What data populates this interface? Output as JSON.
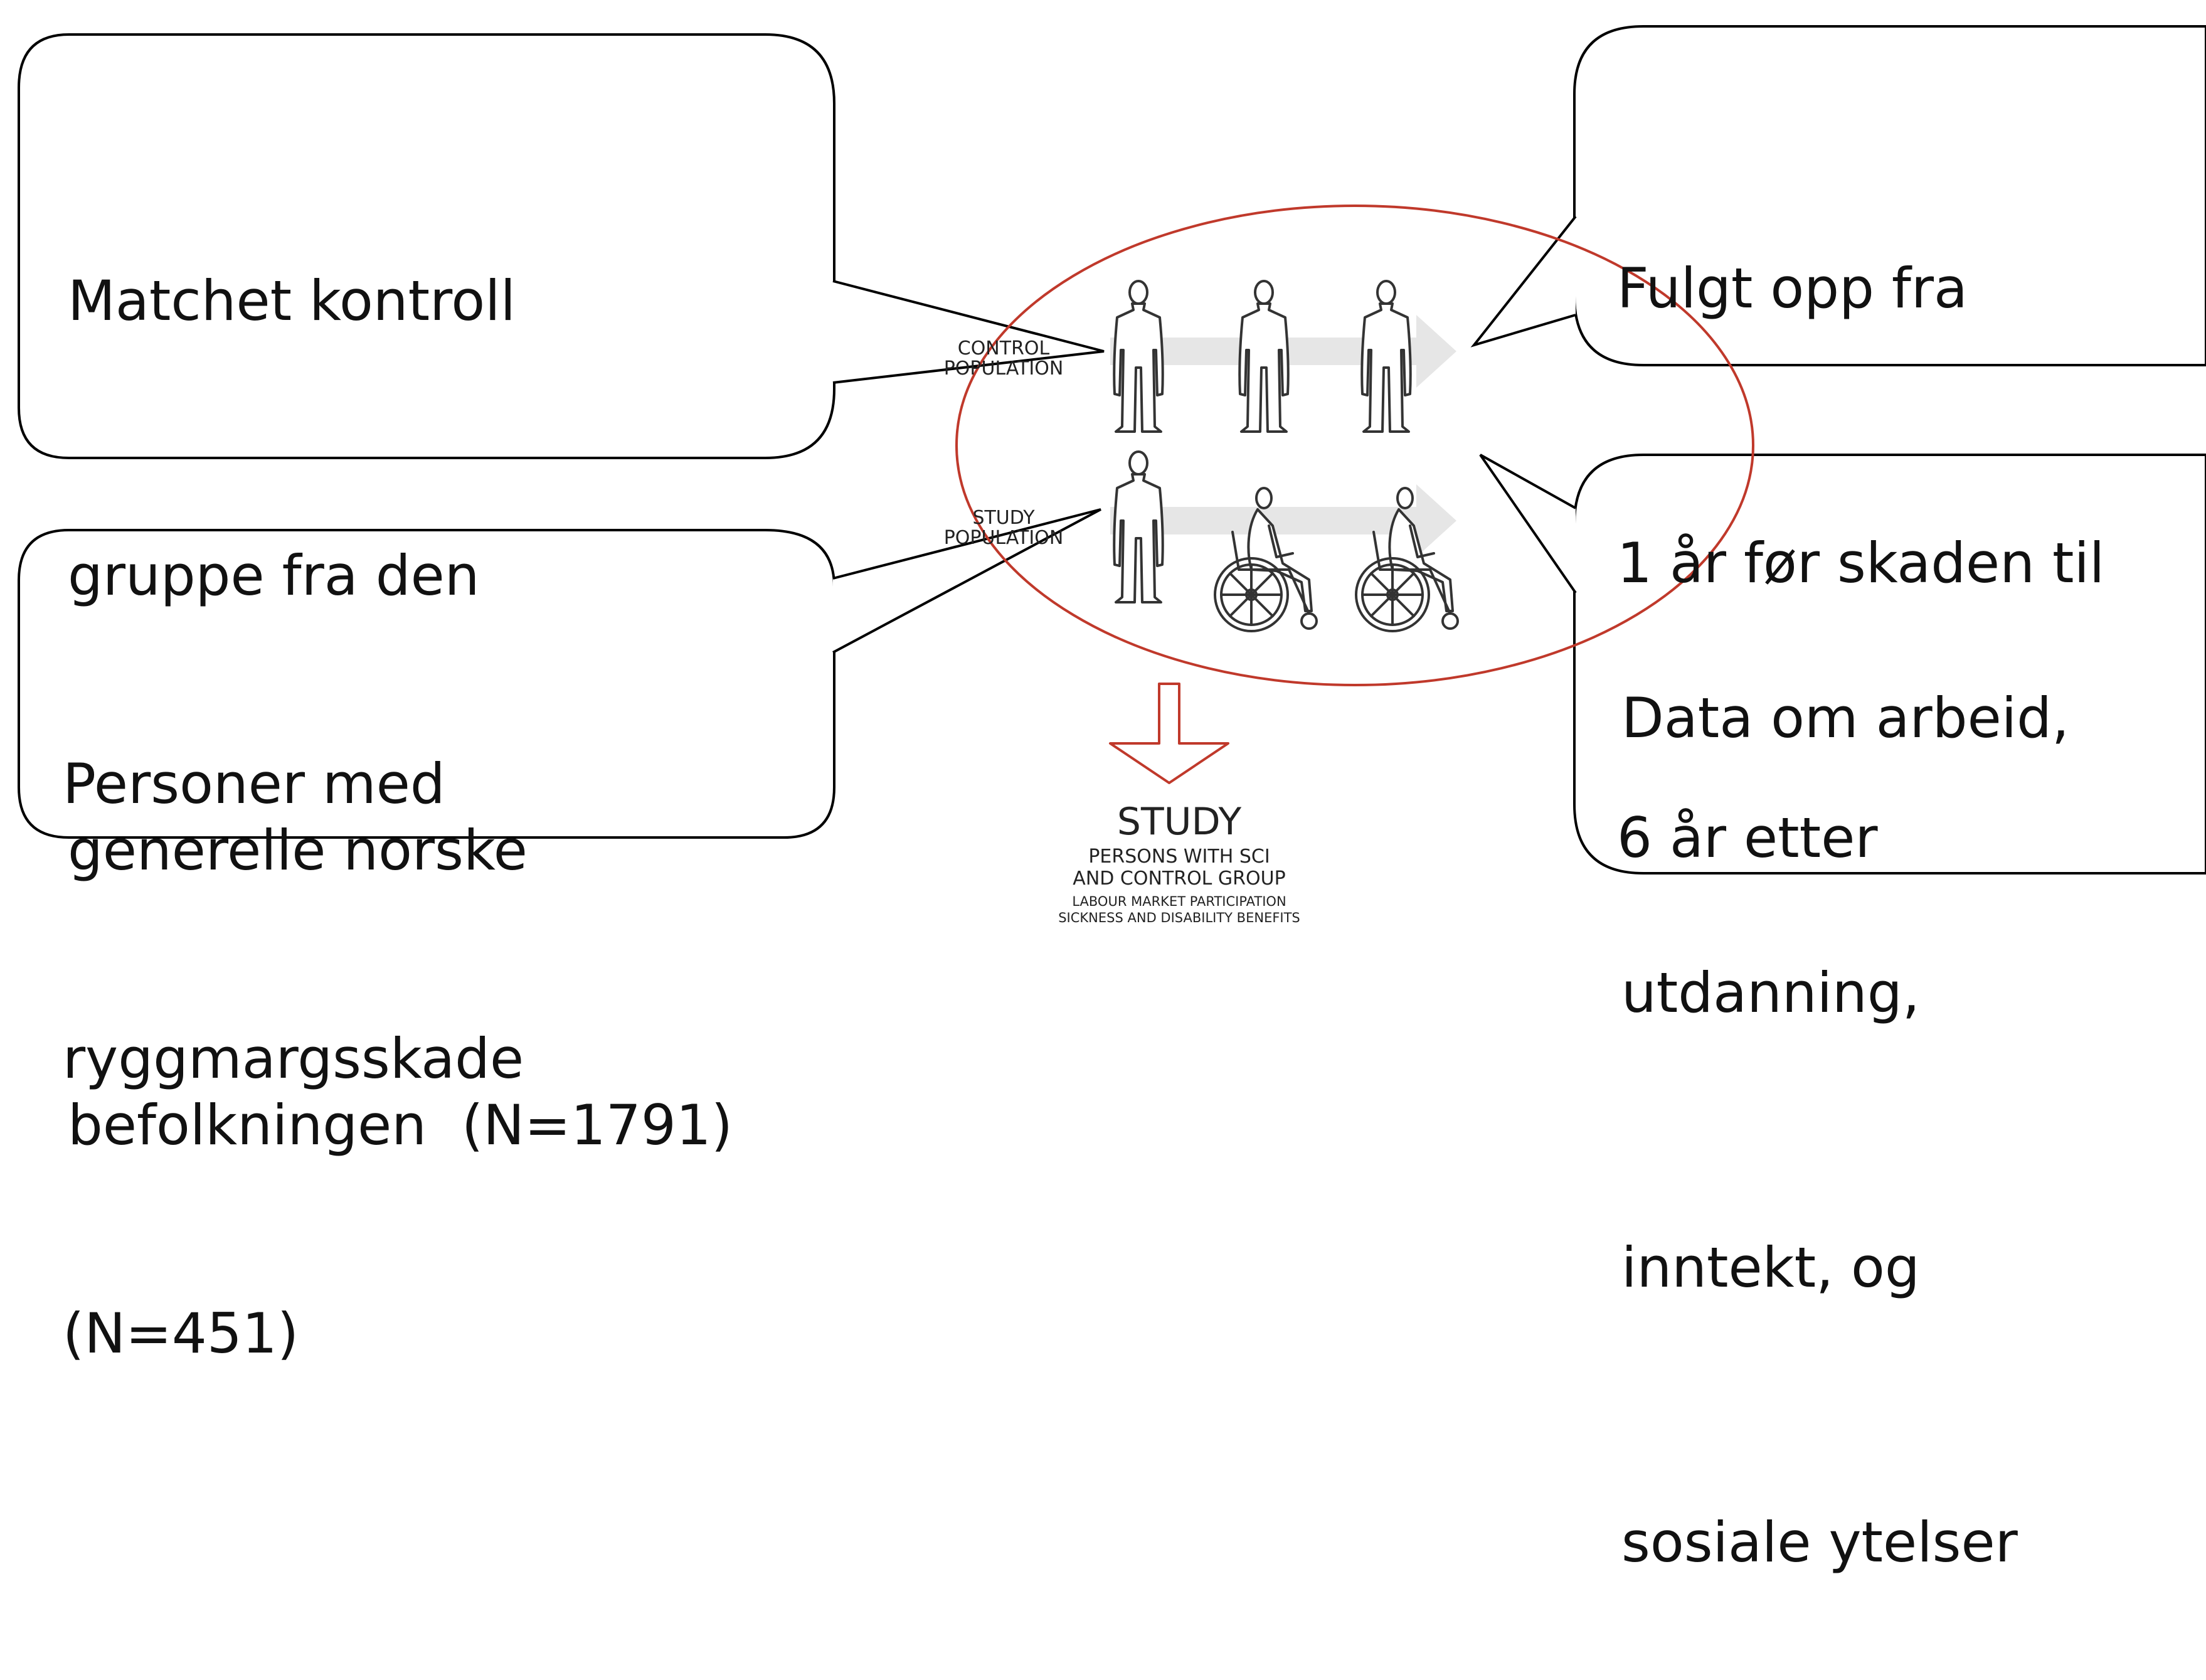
{
  "callouts": {
    "control": {
      "lines": [
        "Matchet kontroll",
        "gruppe fra den",
        "generelle norske",
        "befolkningen  (N=1791)"
      ]
    },
    "study": {
      "lines": [
        "Personer med",
        "ryggmargsskade",
        "(N=451)"
      ]
    },
    "followup": {
      "lines": [
        "Fulgt opp fra",
        "1 år før skaden til",
        "6 år etter"
      ]
    },
    "data": {
      "lines": [
        "Data om arbeid,",
        "utdanning,",
        "inntekt, og",
        "sosiale ytelser"
      ]
    }
  },
  "illustration": {
    "control_label": [
      "CONTROL",
      "POPULATION"
    ],
    "study_label": [
      "STUDY",
      "POPULATION"
    ],
    "output_title": "STUDY",
    "output_subtitle": [
      "PERSONS WITH SCI",
      "AND CONTROL GROUP"
    ],
    "output_details": [
      "LABOUR MARKET PARTICIPATION",
      "SICKNESS AND DISABILITY BENEFITS"
    ],
    "ellipse_color": "#c0392b",
    "arrow_color": "#e6e6e6"
  }
}
